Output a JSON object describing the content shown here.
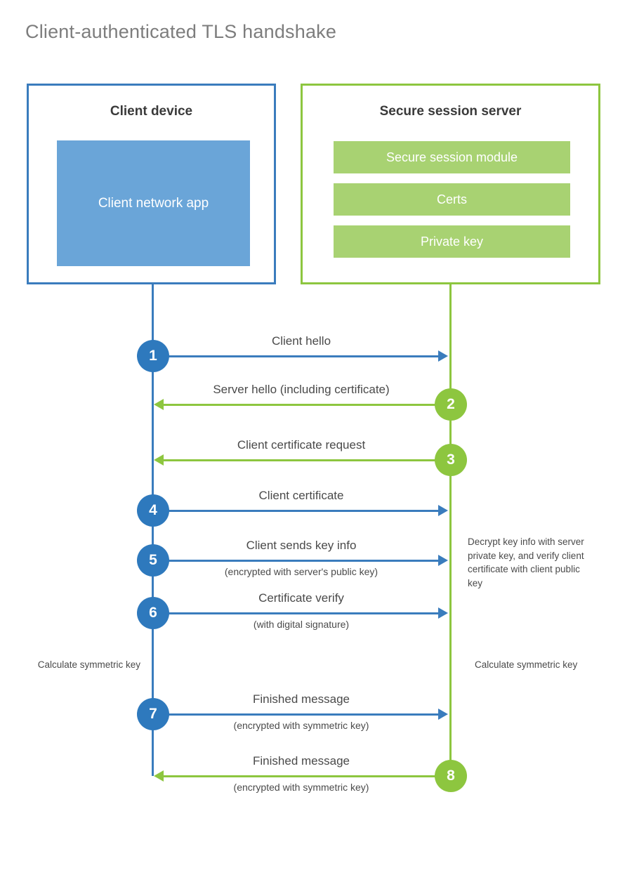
{
  "title": "Client-authenticated TLS handshake",
  "colors": {
    "client_blue": "#3a7cbd",
    "client_blue_circle": "#2e79bd",
    "client_app_fill": "#6aa5d8",
    "server_green": "#8dc63f",
    "server_module_fill": "#a8d272",
    "title_gray": "#7d7d7d",
    "text_gray": "#4a4a4a"
  },
  "client": {
    "title": "Client device",
    "app_label": "Client network app"
  },
  "server": {
    "title": "Secure session server",
    "modules": [
      {
        "label": "Secure session module"
      },
      {
        "label": "Certs"
      },
      {
        "label": "Private key"
      }
    ]
  },
  "steps": [
    {
      "number": "1",
      "label": "Client hello",
      "sublabel": "",
      "direction": "client-to-server",
      "color": "blue"
    },
    {
      "number": "2",
      "label": "Server hello (including certificate)",
      "sublabel": "",
      "direction": "server-to-client",
      "color": "green"
    },
    {
      "number": "3",
      "label": "Client certificate request",
      "sublabel": "",
      "direction": "server-to-client",
      "color": "green"
    },
    {
      "number": "4",
      "label": "Client certificate",
      "sublabel": "",
      "direction": "client-to-server",
      "color": "blue"
    },
    {
      "number": "5",
      "label": "Client sends key info",
      "sublabel": "(encrypted with server's public key)",
      "direction": "client-to-server",
      "color": "blue"
    },
    {
      "number": "6",
      "label": "Certificate verify",
      "sublabel": "(with digital signature)",
      "direction": "client-to-server",
      "color": "blue"
    },
    {
      "number": "7",
      "label": "Finished message",
      "sublabel": "(encrypted with symmetric key)",
      "direction": "client-to-server",
      "color": "blue"
    },
    {
      "number": "8",
      "label": "Finished message",
      "sublabel": "(encrypted with symmetric key)",
      "direction": "server-to-client",
      "color": "green"
    }
  ],
  "notes": {
    "server_decrypt": "Decrypt key info with server private key, and verify client certificate with client public key",
    "client_symmetric_key": "Calculate symmetric key",
    "server_symmetric_key": "Calculate symmetric key"
  }
}
